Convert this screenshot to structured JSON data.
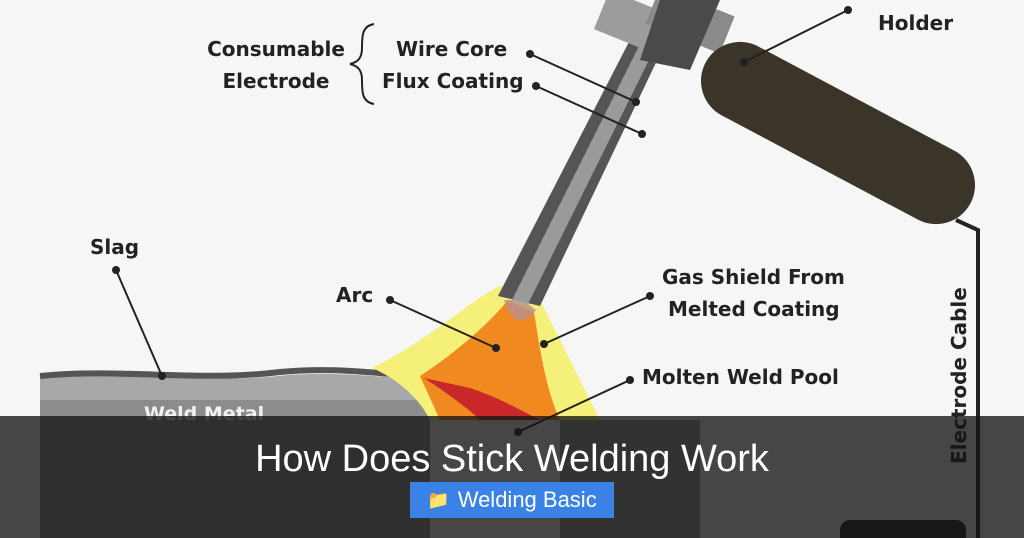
{
  "diagram": {
    "labels": {
      "consumable_line1": "Consumable",
      "consumable_line2": "Electrode",
      "wire_core": "Wire Core",
      "flux_coating": "Flux Coating",
      "holder": "Holder",
      "slag": "Slag",
      "arc": "Arc",
      "gas_shield_line1": "Gas Shield From",
      "gas_shield_line2": "Melted Coating",
      "molten_pool": "Molten Weld Pool",
      "weld_metal": "Weld Metal",
      "electrode_cable": "Electrode Cable"
    }
  },
  "banner": {
    "title": "How Does Stick Welding Work",
    "category": "Welding Basic",
    "category_icon": "folder-icon"
  },
  "colors": {
    "background": "#f6f6f6",
    "holder": "#3a3528",
    "electrode": "#5a5a5a",
    "arc": "#f07a1a",
    "gas_shield": "#f5f27a",
    "badge": "#3b82e6"
  }
}
